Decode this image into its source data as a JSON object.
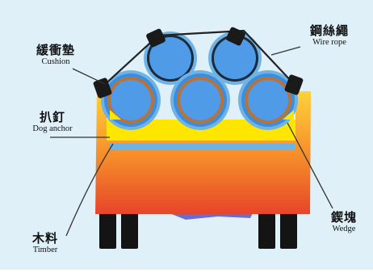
{
  "colors": {
    "background": "#dff0f8",
    "frame_top": "#ffd23a",
    "frame_bottom": "#e8442a",
    "yellow_bed": "#ffe600",
    "pipe_ring": "#6fb2e6",
    "pipe_outer_blue": "#3a8ee0",
    "pipe_copper": "#b8733a",
    "pipe_inner": "#4f9be8",
    "rope": "#222222",
    "cushion": "#1a1a1a",
    "wheels": "#141414",
    "chassis": "#5b54c8"
  },
  "labels": {
    "cushion": {
      "zh": "緩衝墊",
      "en": "Cushion"
    },
    "wire_rope": {
      "zh": "鋼絲繩",
      "en": "Wire rope"
    },
    "dog_anchor": {
      "zh": "扒釘",
      "en": "Dog anchor"
    },
    "timber": {
      "zh": "木料",
      "en": "Timber"
    },
    "wedge": {
      "zh": "鍥塊",
      "en": "Wedge"
    }
  }
}
